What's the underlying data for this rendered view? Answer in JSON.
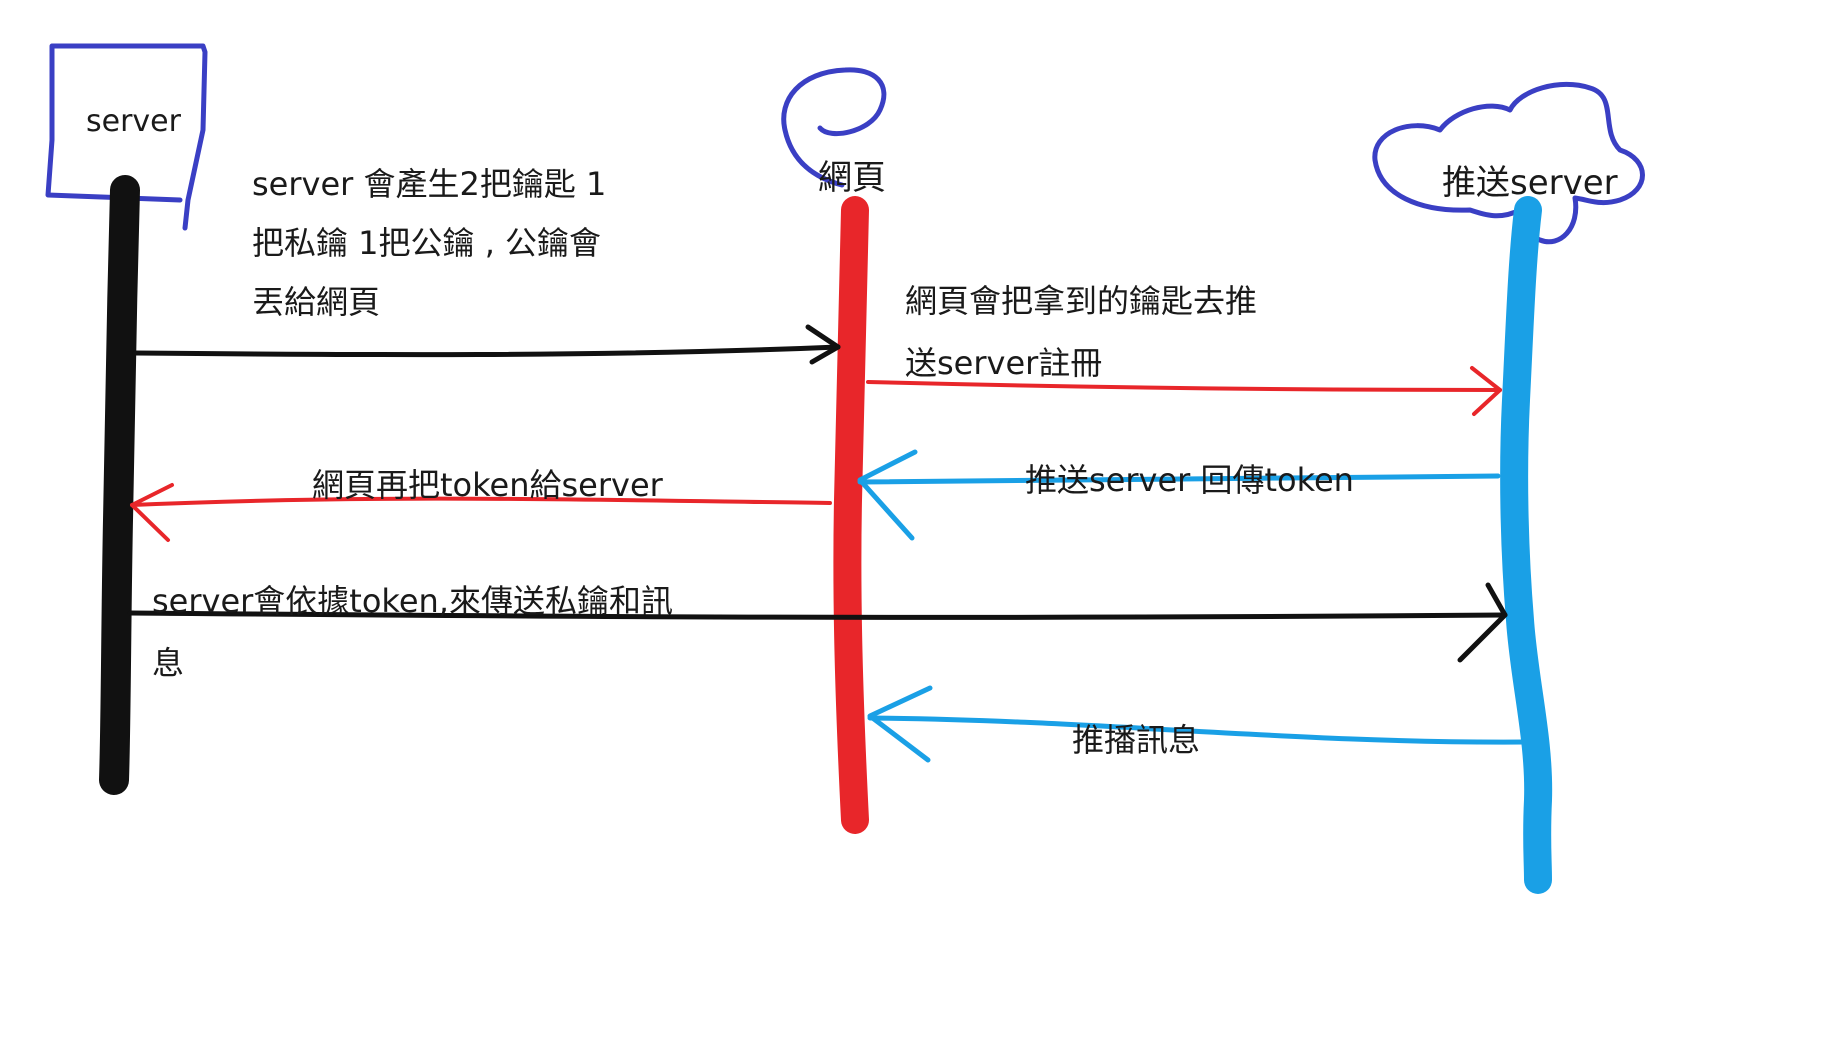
{
  "participants": {
    "server": {
      "label": "server"
    },
    "webpage": {
      "label": "網頁"
    },
    "push_server": {
      "label": "推送server"
    }
  },
  "notes": {
    "key_generation": {
      "lines": [
        "server 會產生2把鑰匙 1",
        "把私鑰 1把公鑰 , 公鑰會",
        "丟給網頁"
      ]
    },
    "webpage_register": {
      "lines": [
        "網頁會把拿到的鑰匙去推",
        "送server註冊"
      ]
    },
    "push_returns_token": {
      "text": "推送server 回傳token"
    },
    "webpage_sends_token": {
      "text": "網頁再把token給server"
    },
    "server_sends_message": {
      "lines": [
        "server會依據token,來傳送私鑰和訊",
        "息"
      ]
    },
    "push_message": {
      "text": "推播訊息"
    }
  },
  "colors": {
    "participant_outline": "#3a3fc4",
    "server_lifeline": "#111111",
    "webpage_lifeline": "#e8262a",
    "push_lifeline": "#1aa0e6",
    "text": "#1a1a1a"
  }
}
